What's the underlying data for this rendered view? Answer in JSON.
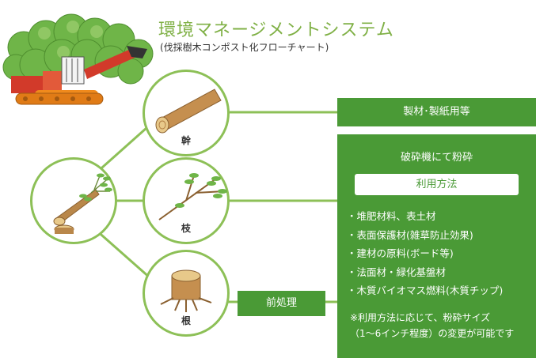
{
  "header": {
    "title": "環境マネージメントシステム",
    "subtitle": "(伐採樹木コンポスト化フローチャート)"
  },
  "nodes": {
    "trunk_label": "幹",
    "branch_label": "枝",
    "root_label": "根"
  },
  "outputs": {
    "lumber": "製材･製紙用等",
    "crusher": "破砕機にて粉砕",
    "usage_method": "利用方法",
    "uses": [
      "・堆肥材料、表土材",
      "・表面保護材(雑草防止効果)",
      "・建材の原料(ボード等)",
      "・法面材・緑化基盤材",
      "・木質バイオマス燃料(木質チップ)"
    ],
    "note_line1": "※利用方法に応じて、粉砕サイズ",
    "note_line2": "（1〜6インチ程度）の変更が可能です",
    "pretreatment": "前処理"
  },
  "colors": {
    "accent_green": "#4a9a36",
    "line_green": "#8dc057",
    "title_green": "#7fb045"
  }
}
